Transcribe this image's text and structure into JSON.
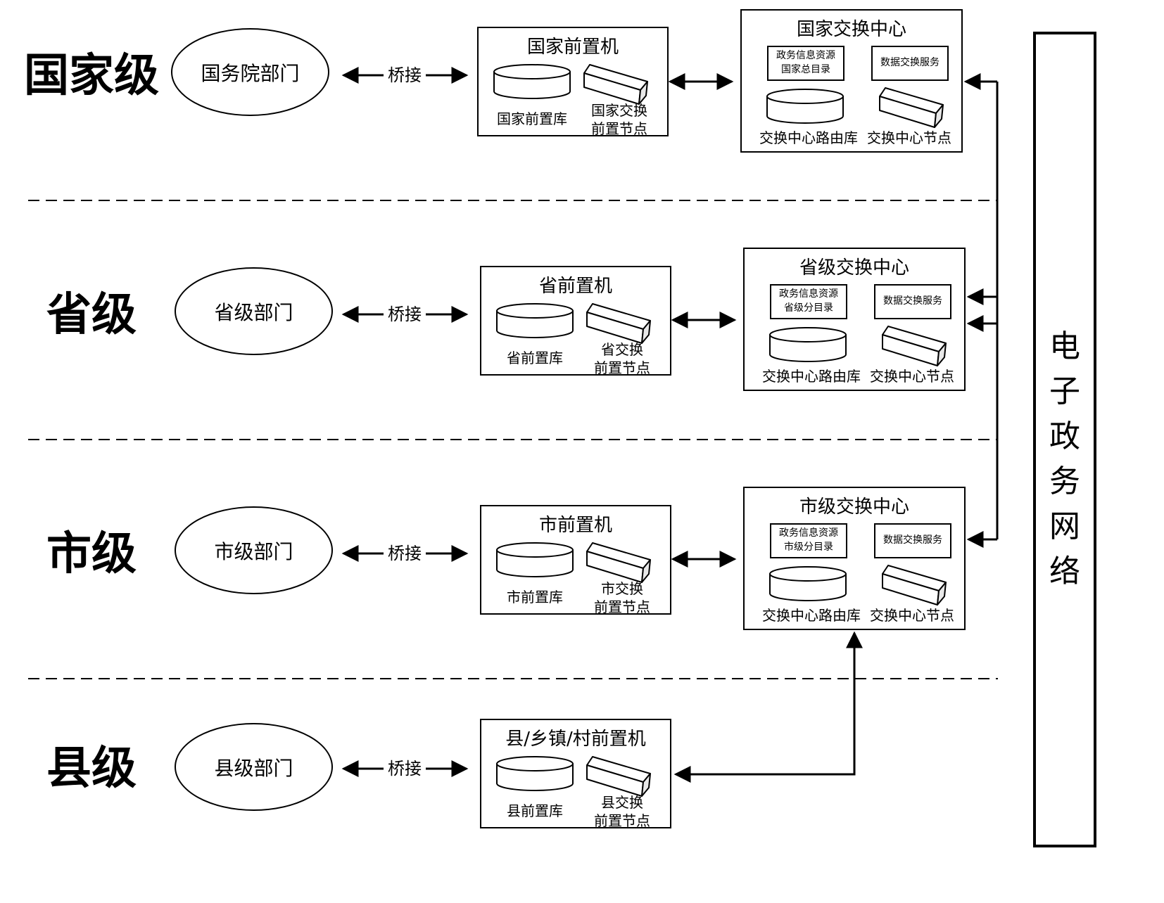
{
  "levels": [
    {
      "label": "国家级",
      "department": "国务院部门",
      "bridge": "桥接",
      "front": {
        "title": "国家前置机",
        "db": "国家前置库",
        "node_line1": "国家交换",
        "node_line2": "前置节点"
      },
      "center": {
        "title": "国家交换中心",
        "catalog_line1": "政务信息资源",
        "catalog_line2": "国家总目录",
        "service": "数据交换服务",
        "route_db": "交换中心路由库",
        "center_node": "交换中心节点"
      }
    },
    {
      "label": "省级",
      "department": "省级部门",
      "bridge": "桥接",
      "front": {
        "title": "省前置机",
        "db": "省前置库",
        "node_line1": "省交换",
        "node_line2": "前置节点"
      },
      "center": {
        "title": "省级交换中心",
        "catalog_line1": "政务信息资源",
        "catalog_line2": "省级分目录",
        "service": "数据交换服务",
        "route_db": "交换中心路由库",
        "center_node": "交换中心节点"
      }
    },
    {
      "label": "市级",
      "department": "市级部门",
      "bridge": "桥接",
      "front": {
        "title": "市前置机",
        "db": "市前置库",
        "node_line1": "市交换",
        "node_line2": "前置节点"
      },
      "center": {
        "title": "市级交换中心",
        "catalog_line1": "政务信息资源",
        "catalog_line2": "市级分目录",
        "service": "数据交换服务",
        "route_db": "交换中心路由库",
        "center_node": "交换中心节点"
      }
    },
    {
      "label": "县级",
      "department": "县级部门",
      "bridge": "桥接",
      "front": {
        "title": "县/乡镇/村前置机",
        "db": "县前置库",
        "node_line1": "县交换",
        "node_line2": "前置节点"
      }
    }
  ],
  "network": {
    "chars": [
      "电",
      "子",
      "政",
      "务",
      "网",
      "络"
    ]
  }
}
